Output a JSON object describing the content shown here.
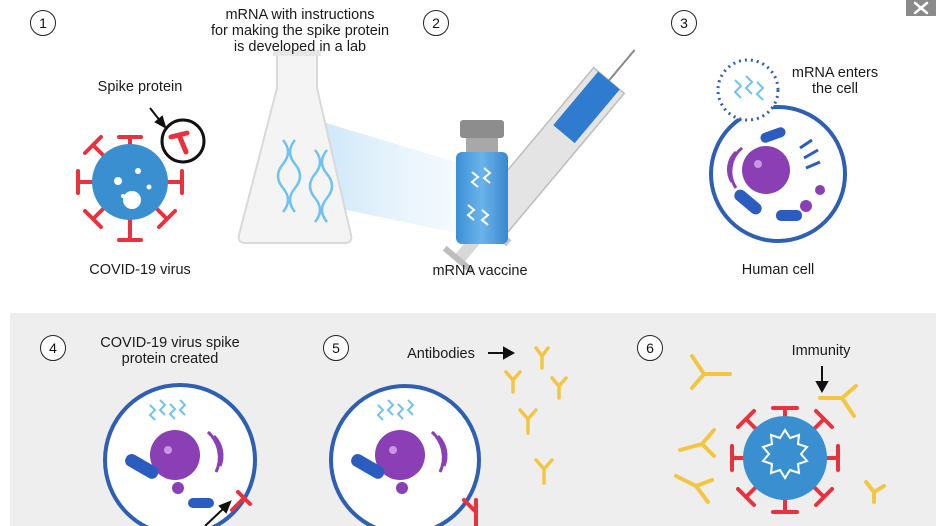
{
  "steps": [
    {
      "number": "1",
      "caption": "COVID-19 virus",
      "callout": "Spike protein"
    },
    {
      "number": "2",
      "top_text_1": "mRNA with instructions",
      "top_text_2": "for making the spike protein",
      "top_text_3": "is developed in a lab",
      "caption": "mRNA vaccine"
    },
    {
      "number": "3",
      "callout_1": "mRNA enters",
      "callout_2": "the cell",
      "caption": "Human cell"
    },
    {
      "number": "4",
      "text_1": "COVID-19 virus spike",
      "text_2": "protein created"
    },
    {
      "number": "5",
      "callout": "Antibodies"
    },
    {
      "number": "6",
      "callout": "Immunity"
    }
  ],
  "colors": {
    "virus_blue": "#3a8fd1",
    "spike_red": "#e8323f",
    "cell_outline": "#2f5fb3",
    "nucleus_purple": "#8a3fb5",
    "organelle_blue": "#2a5dbf",
    "antibody_yellow": "#f4c542",
    "band_gray": "#eeeeee"
  },
  "icons": {
    "close": "close-icon",
    "arrow": "arrow-icon"
  }
}
